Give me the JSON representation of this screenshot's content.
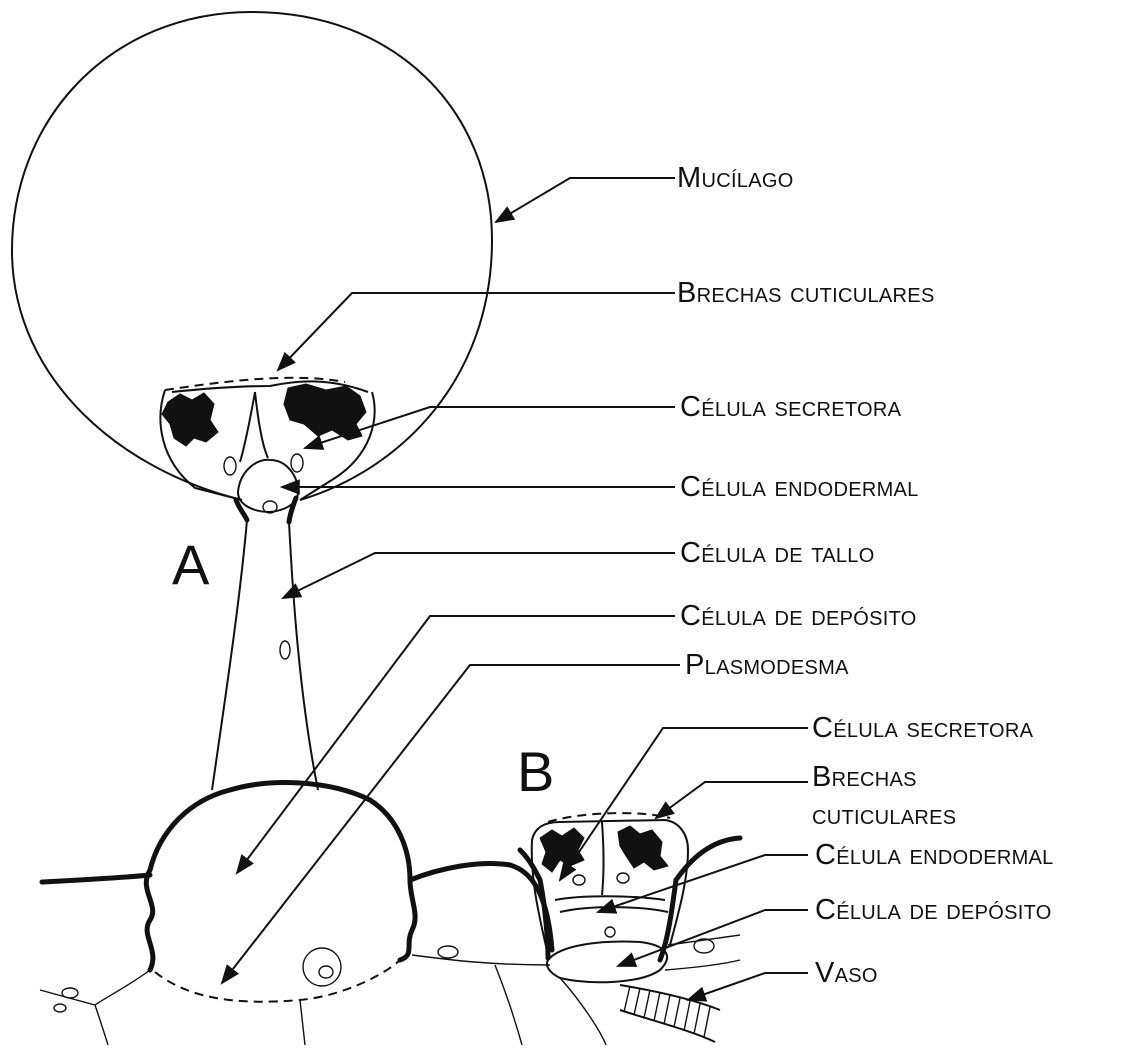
{
  "figure_a": {
    "letter": "A",
    "labels": {
      "mucilago": "Mucílago",
      "brechas_cuticulares": "Brechas cuticulares",
      "celula_secretora": "Célula secretora",
      "celula_endodermal": "Célula endodermal",
      "celula_de_tallo": "Célula de tallo",
      "celula_de_deposito": "Célula de depósito",
      "plasmodesma": "Plasmodesma"
    }
  },
  "figure_b": {
    "letter": "B",
    "labels": {
      "celula_secretora": "Célula secretora",
      "brechas_line1": "Brechas",
      "brechas_line2": "cuticulares",
      "celula_endodermal": "Célula endodermal",
      "celula_de_deposito": "Célula de depósito",
      "vaso": "Vaso"
    }
  }
}
